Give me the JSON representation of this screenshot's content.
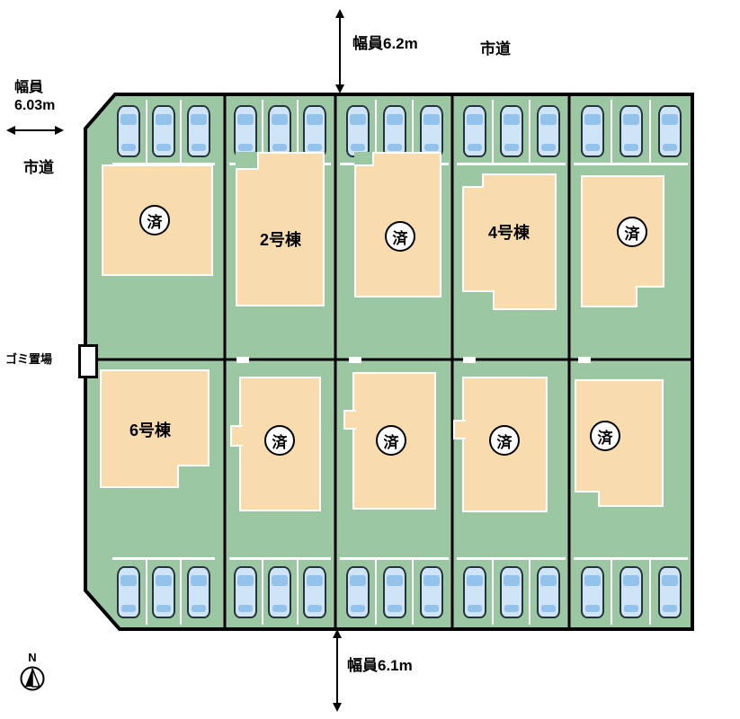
{
  "colors": {
    "green": "#9bc8a2",
    "beige": "#f8dcae",
    "car": "#cfe5f7",
    "car_window": "#93c2ea",
    "line": "#000000"
  },
  "annotations": {
    "top_width": "幅員6.2m",
    "top_road": "市道",
    "left_width": "幅員\n6.03m",
    "left_road": "市道",
    "garbage": "ゴミ置場",
    "bottom_width": "幅員6.1m",
    "north": "N"
  },
  "lots": [
    {
      "label": "済",
      "type": "sold"
    },
    {
      "label": "2号棟",
      "type": "name"
    },
    {
      "label": "済",
      "type": "sold"
    },
    {
      "label": "4号棟",
      "type": "name"
    },
    {
      "label": "済",
      "type": "sold"
    },
    {
      "label": "6号棟",
      "type": "name"
    },
    {
      "label": "済",
      "type": "sold"
    },
    {
      "label": "済",
      "type": "sold"
    },
    {
      "label": "済",
      "type": "sold"
    },
    {
      "label": "済",
      "type": "sold"
    }
  ]
}
